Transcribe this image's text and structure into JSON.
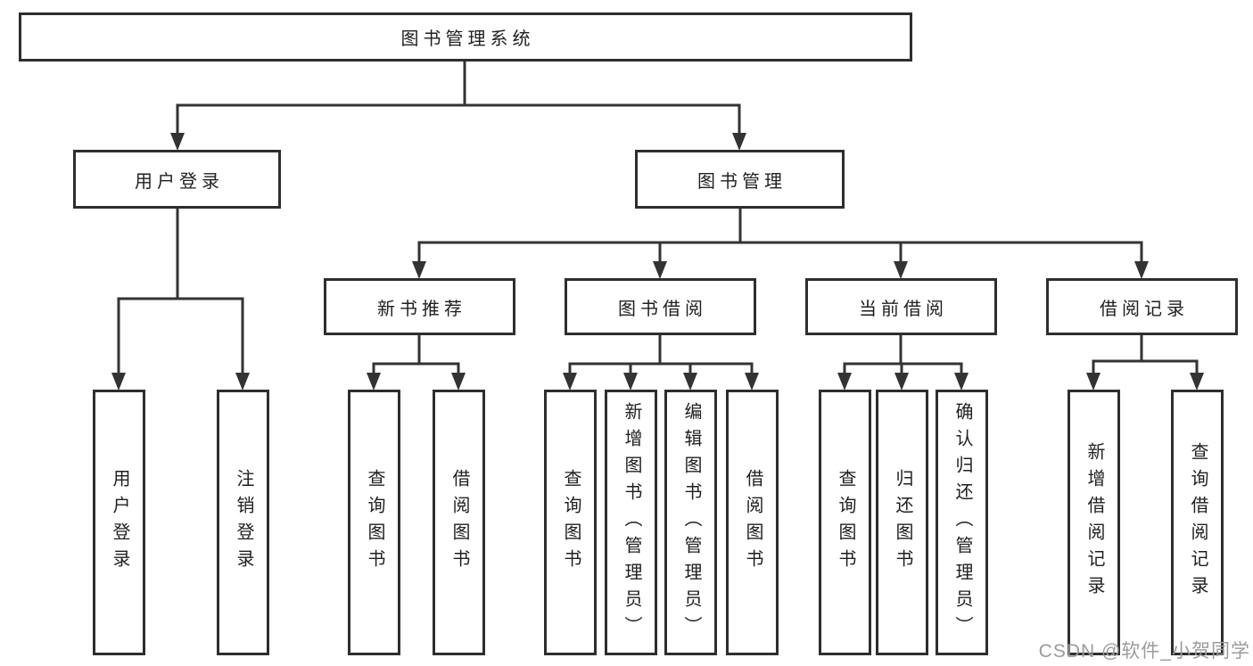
{
  "tree": {
    "root": {
      "label": "图书管理系统"
    },
    "branches": [
      {
        "label": "用户登录",
        "children": [
          {
            "label": "用户登录"
          },
          {
            "label": "注销登录"
          }
        ]
      },
      {
        "label": "图书管理",
        "children": [
          {
            "label": "新书推荐",
            "children": [
              {
                "label": "查询图书"
              },
              {
                "label": "借阅图书"
              }
            ]
          },
          {
            "label": "图书借阅",
            "children": [
              {
                "label": "查询图书"
              },
              {
                "label": "新增图书（管理员）"
              },
              {
                "label": "编辑图书（管理员）"
              },
              {
                "label": "借阅图书"
              }
            ]
          },
          {
            "label": "当前借阅",
            "children": [
              {
                "label": "查询图书"
              },
              {
                "label": "归还图书"
              },
              {
                "label": "确认归还（管理员）"
              }
            ]
          },
          {
            "label": "借阅记录",
            "children": [
              {
                "label": "新增借阅记录"
              },
              {
                "label": "查询借阅记录"
              }
            ]
          }
        ]
      }
    ]
  },
  "watermark": {
    "text": "CSDN @软件_小贺同学"
  },
  "colors": {
    "line": "#333333",
    "box_border": "#2e2e2e",
    "text": "#1f1f1f",
    "watermark": "#9b9b9b",
    "background": "#ffffff"
  }
}
